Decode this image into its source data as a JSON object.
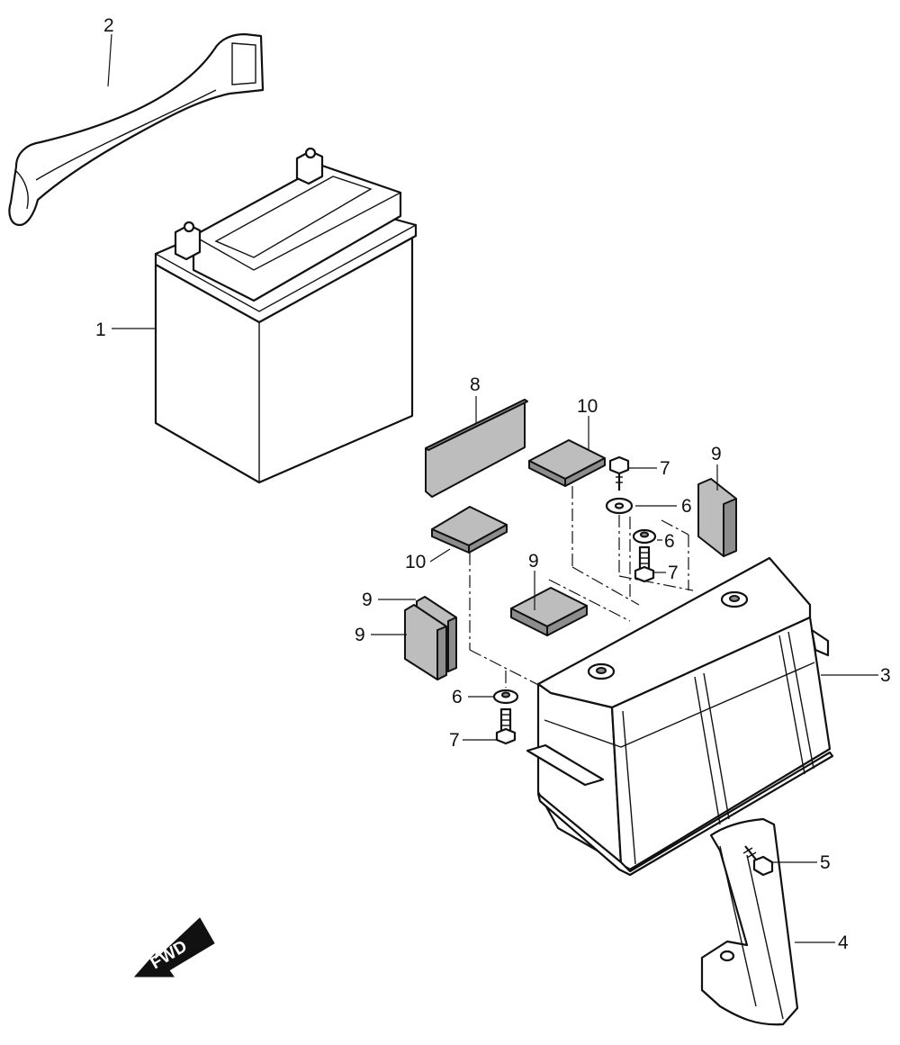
{
  "callouts": {
    "c1": "1",
    "c2": "2",
    "c3": "3",
    "c4": "4",
    "c5": "5",
    "c6a": "6",
    "c6b": "6",
    "c6c": "6",
    "c7a": "7",
    "c7b": "7",
    "c7c": "7",
    "c8": "8",
    "c9a": "9",
    "c9b": "9",
    "c9c": "9",
    "c9d": "9",
    "c10a": "10",
    "c10b": "10"
  },
  "direction_arrow": {
    "label": "FWD",
    "icon": "fwd-arrow-icon"
  }
}
